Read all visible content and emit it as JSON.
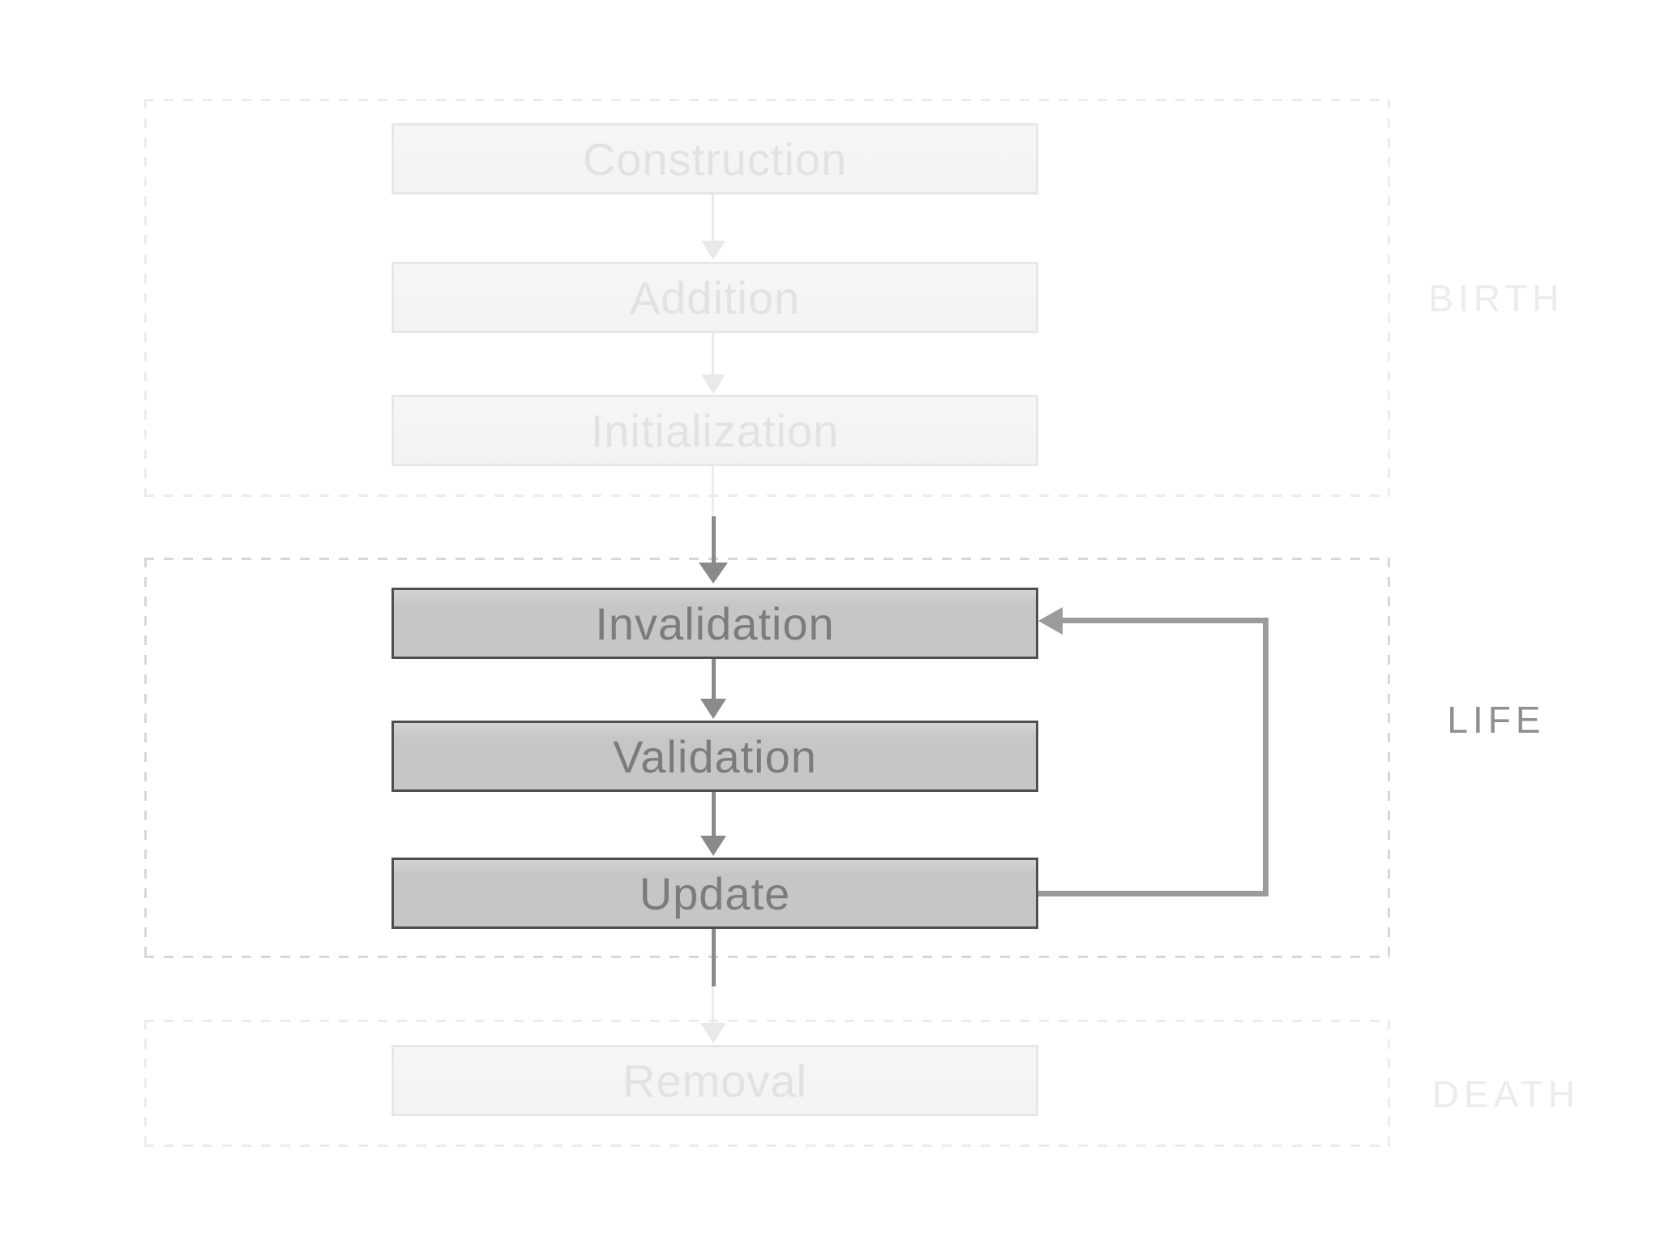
{
  "sections": {
    "birth": {
      "label": "BIRTH",
      "state": "inactive",
      "steps": [
        {
          "label": "Construction"
        },
        {
          "label": "Addition"
        },
        {
          "label": "Initialization"
        }
      ]
    },
    "life": {
      "label": "LIFE",
      "state": "active",
      "steps": [
        {
          "label": "Invalidation"
        },
        {
          "label": "Validation"
        },
        {
          "label": "Update"
        }
      ]
    },
    "death": {
      "label": "DEATH",
      "state": "inactive",
      "steps": [
        {
          "label": "Removal"
        }
      ]
    }
  },
  "flow": {
    "loop": {
      "from": "Update",
      "to": "Invalidation"
    }
  },
  "colors": {
    "background": "#ffffff",
    "active_box_fill": "#c6c6c6",
    "active_box_border": "#4e4e4e",
    "active_box_text": "#7c7c7c",
    "faded_box_fill": "#f4f4f4",
    "faded_box_border": "#e7e7e7",
    "faded_box_text": "#e2e2e2",
    "active_arrow": "#8a8a8a",
    "faded_arrow": "#e9e9e9",
    "loop_arrow": "#9b9b9b",
    "life_frame_dash": "#d7d7d7",
    "faded_frame_dash": "#ececec",
    "life_label": "#8f8f8f",
    "faded_label": "#ececec"
  }
}
